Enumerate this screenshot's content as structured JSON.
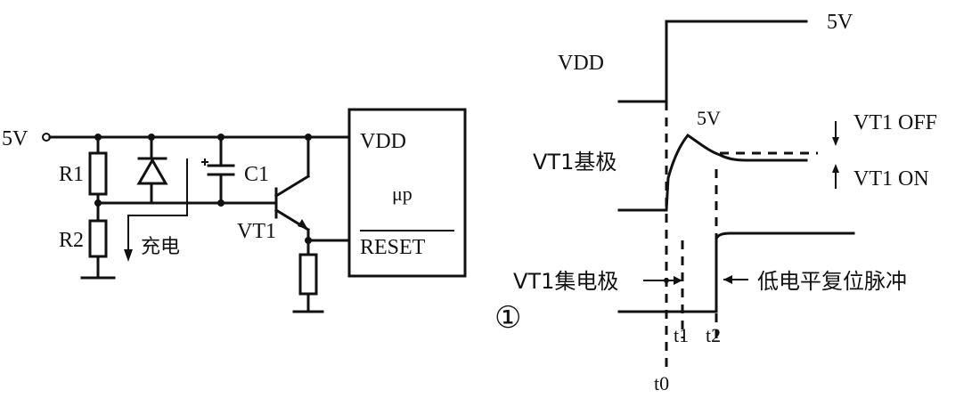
{
  "circuit": {
    "supply_label": "5V",
    "r1": "R1",
    "r2": "R2",
    "c1": "C1",
    "charge_label": "充电",
    "transistor": "VT1",
    "chip": {
      "vdd": "VDD",
      "up": "μp",
      "reset": "RESET"
    }
  },
  "timing": {
    "top_level": "5V",
    "vdd_label": "VDD",
    "base_peak": "5V",
    "vt1_base": "VT1基极",
    "vt1_off": "VT1 OFF",
    "vt1_on": "VT1 ON",
    "vt1_collector": "VT1集电极",
    "reset_pulse": "低电平复位脉冲",
    "figure_number": "①",
    "t0": "t0",
    "t1": "t1",
    "t2": "t2"
  }
}
